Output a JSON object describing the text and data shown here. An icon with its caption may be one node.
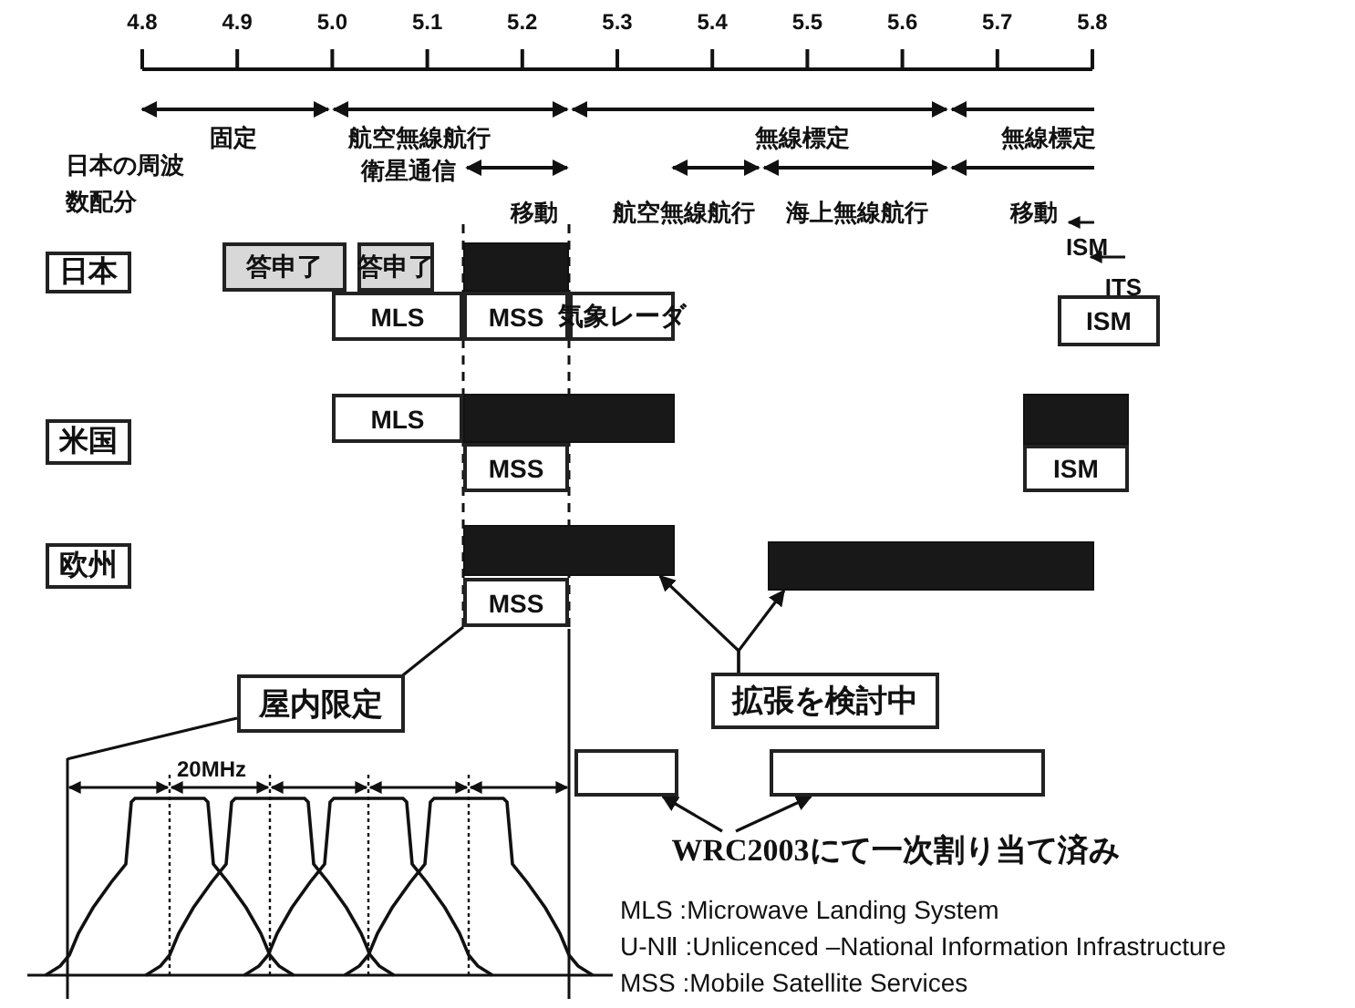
{
  "diagram": {
    "nodes": [
      {
        "text": [
          "日本"
        ]
      },
      {
        "text": [
          "米国"
        ]
      },
      {
        "text": [
          "欧州"
        ]
      },
      {
        "text": [
          "答申了"
        ]
      },
      {
        "text": [
          "答申了"
        ]
      },
      {
        "text": [],
        "shape": "box"
      },
      {
        "text": [
          "MLS"
        ]
      },
      {
        "text": [
          "MSS"
        ]
      },
      {
        "text": [
          "気象レーダ"
        ]
      },
      {
        "text": [
          "ISM"
        ]
      },
      {
        "text": [
          "MLS"
        ]
      },
      {
        "text": [],
        "shape": "box"
      },
      {
        "text": [],
        "shape": "box"
      },
      {
        "text": [
          "ISM"
        ]
      },
      {
        "text": [
          "MSS"
        ]
      },
      {
        "text": [],
        "shape": "box"
      },
      {
        "text": [],
        "shape": "box"
      },
      {
        "text": [
          "MSS"
        ]
      },
      {
        "text": [
          "屋内限定"
        ]
      },
      {
        "text": [
          "拡張を検討中"
        ]
      },
      {
        "text": [],
        "shape": "box"
      },
      {
        "text": [],
        "shape": "box"
      },
      {
        "text": [
          "WRC2003にて一次割り当て済み"
        ]
      },
      {
        "text": [],
        "shape": "picture"
      }
    ],
    "edges": [
      {
        "from": 18,
        "to": 17,
        "arrow": "none"
      },
      {
        "from": 18,
        "to": 23,
        "arrow": "none"
      },
      {
        "from": 19,
        "to": 15,
        "arrow": "to"
      },
      {
        "from": 19,
        "to": 16,
        "arrow": "to"
      },
      {
        "from": 22,
        "to": 20,
        "arrow": "to"
      },
      {
        "from": 22,
        "to": 21,
        "arrow": "to"
      }
    ],
    "labels": [
      "4.8",
      "4.9",
      "5.0",
      "5.1",
      "5.2",
      "5.3",
      "5.4",
      "5.5",
      "5.6",
      "5.7",
      "5.8",
      "日本の周波数配分",
      "固定",
      "航空無線航行",
      "衛星通信",
      "移動",
      "無線標定",
      "航空無線航行",
      "海上無線航行",
      "無線標定",
      "移動",
      "ISM",
      "ITS",
      "20MHz",
      "MLS :Microwave Landing System",
      "U-NⅡ :Unlicenced –National Information Infrastructure",
      "MSS :Mobile Satellite Services"
    ]
  }
}
